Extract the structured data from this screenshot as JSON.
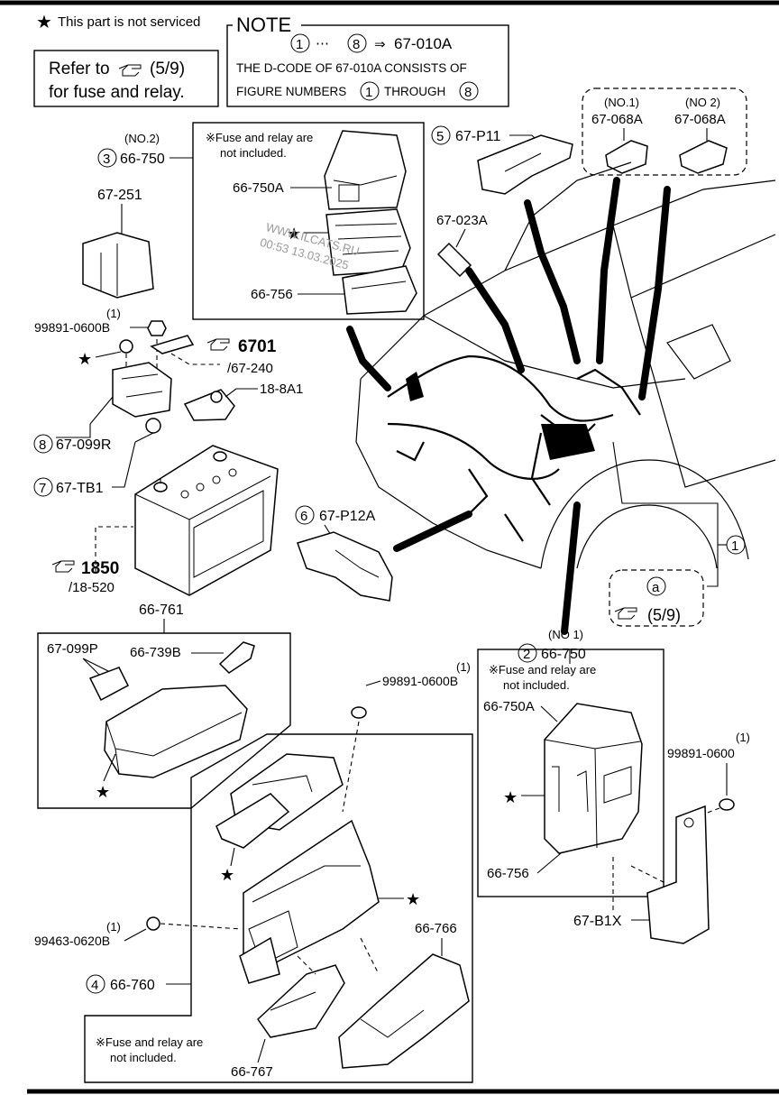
{
  "header": {
    "not_serviced": "This part is not serviced",
    "refer_prefix": "Refer to",
    "refer_page": "(5/9)",
    "refer_line2": "for fuse and relay."
  },
  "note": {
    "title": "NOTE",
    "range_start": "1",
    "range_dots": "⋯",
    "range_end": "8",
    "arrow": "⇒",
    "code": "67-010A",
    "line2": "THE D-CODE OF 67-010A CONSISTS OF",
    "line3_prefix": "FIGURE NUMBERS",
    "line3_mid": "THROUGH",
    "fig_start": "1",
    "fig_end": "8"
  },
  "watermark": {
    "line1": "WWW.ILCATS.RU",
    "line2": "00:53 13.03.2025"
  },
  "fuse_note": "※Fuse and relay are",
  "fuse_note2": "not included.",
  "labels": {
    "no2": "(NO.2)",
    "n3": "3",
    "p66_750_a": "66-750",
    "p67_251": "67-251",
    "p66_750A_top": "66-750A",
    "p66_756_top": "66-756",
    "qty1_a": "(1)",
    "p99891_0600B_a": "99891-0600B",
    "p6701": "6701",
    "p67_240": "/67-240",
    "p18_8A1": "18-8A1",
    "n8": "8",
    "p67_099R": "67-099R",
    "n7": "7",
    "p67_TB1": "67-TB1",
    "p1850": "1850",
    "p18_520": "/18-520",
    "p66_761": "66-761",
    "p67_099P": "67-099P",
    "p66_739B": "66-739B",
    "n5": "5",
    "p67_P11": "67-P11",
    "no1_s": "(NO.1)",
    "no2_s": "(NO 2)",
    "p67_068A_1": "67-068A",
    "p67_068A_2": "67-068A",
    "p67_023A": "67-023A",
    "n6": "6",
    "p67_P12A": "67-P12A",
    "n1": "1",
    "a": "a",
    "page59": "(5/9)",
    "no1_b": "(NO 1)",
    "n2": "2",
    "p66_750_b": "66-750",
    "qty1_b": "(1)",
    "p99891_0600B_b": "99891-0600B",
    "p66_750A_b": "66-750A",
    "p66_756_b": "66-756",
    "qty1_c": "(1)",
    "p99891_0600": "99891-0600",
    "p67_B1X": "67-B1X",
    "qty1_d": "(1)",
    "p99463_0620B": "99463-0620B",
    "n4": "4",
    "p66_760": "66-760",
    "p66_766": "66-766",
    "p66_767": "66-767"
  },
  "icons": [
    "star-icon",
    "hand-pointer-icon",
    "circled-number-icon"
  ]
}
